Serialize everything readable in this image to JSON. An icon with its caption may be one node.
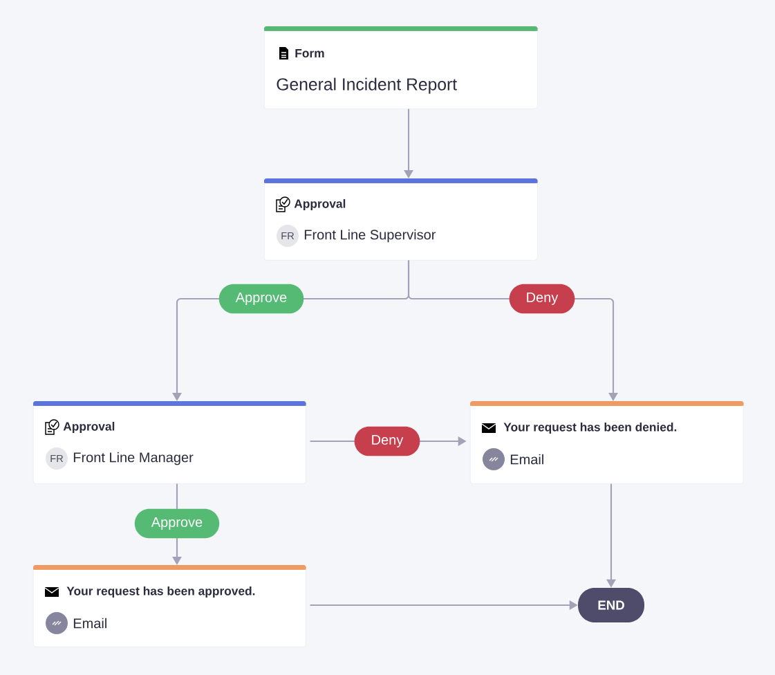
{
  "diagram": {
    "nodes": [
      {
        "text": [
          "Form",
          "General Incident Report"
        ]
      },
      {
        "text": [
          "Approval",
          "FR",
          "Front Line Supervisor"
        ]
      },
      {
        "text": [
          "Approval",
          "FR",
          "Front Line Manager"
        ]
      },
      {
        "text": [
          "Your request has been denied.",
          "Email"
        ]
      },
      {
        "text": [
          "Your request has been approved.",
          "Email"
        ]
      },
      {
        "text": [
          "END"
        ]
      }
    ],
    "edges": [
      {
        "from": 0,
        "to": 1,
        "arrow": "to"
      },
      {
        "from": 1,
        "to": 2,
        "arrow": "to",
        "label": "Approve"
      },
      {
        "from": 1,
        "to": 3,
        "arrow": "to",
        "label": "Deny"
      },
      {
        "from": 2,
        "to": 3,
        "arrow": "to",
        "label": "Deny"
      },
      {
        "from": 2,
        "to": 4,
        "arrow": "to",
        "label": "Approve"
      },
      {
        "from": 3,
        "to": 5,
        "arrow": "to"
      },
      {
        "from": 4,
        "to": 5,
        "arrow": "to"
      }
    ]
  }
}
